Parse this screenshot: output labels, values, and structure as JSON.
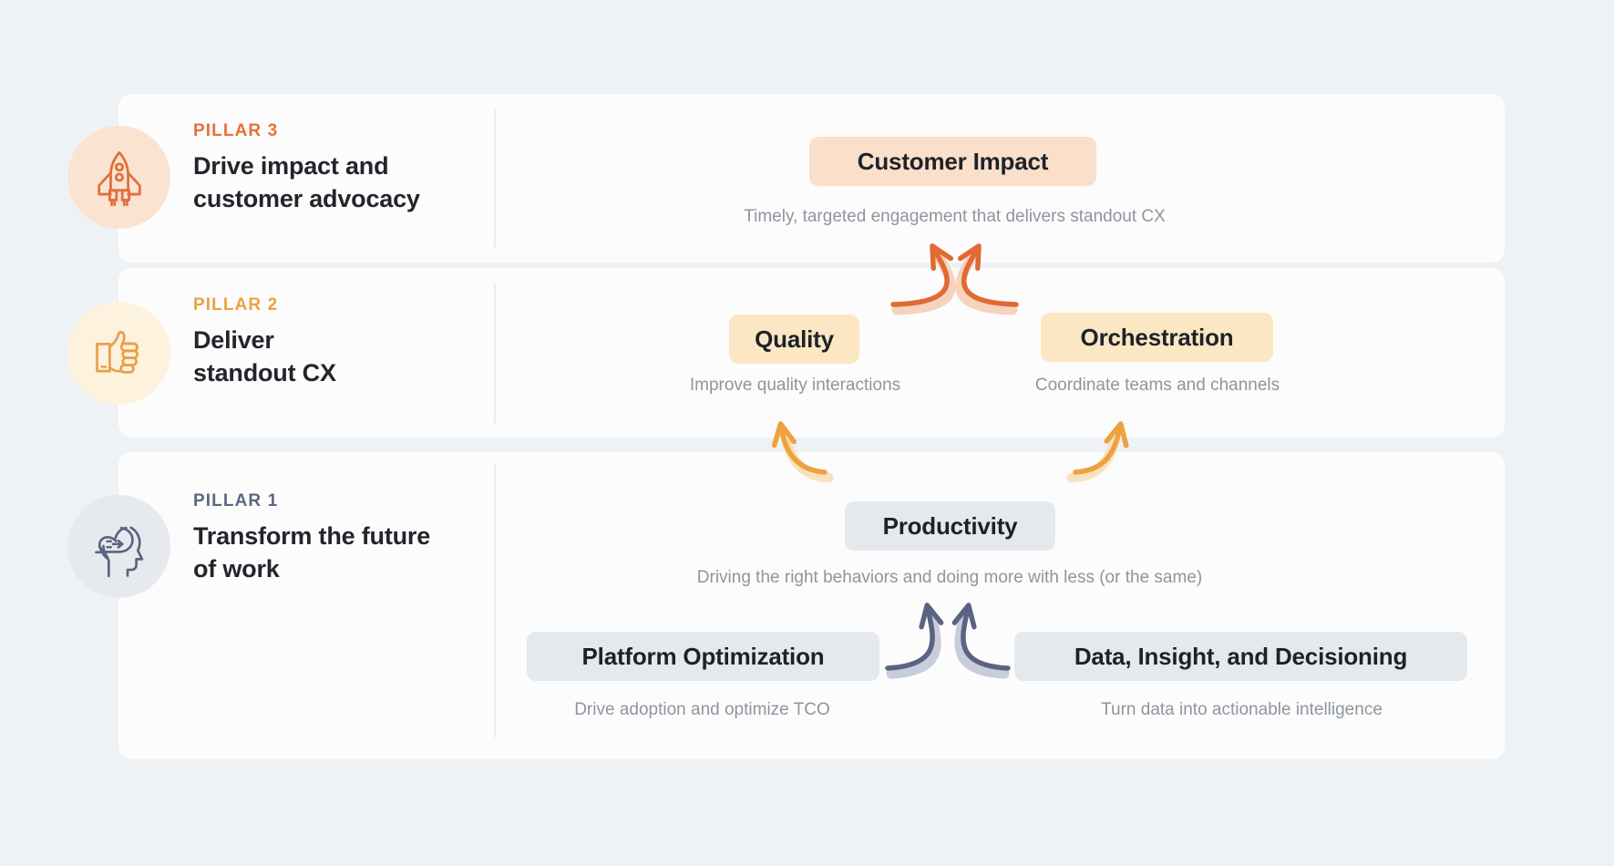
{
  "theme": {
    "background": "#eff2f5",
    "card_background": "#fcfcfd",
    "divider": "#e9edf1",
    "orange": "#e8703a",
    "amber": "#eda13f",
    "slate": "#5c6880",
    "node_peach": "#fadfca",
    "node_cream": "#fbe7c3",
    "node_grey": "#e4e9ee",
    "title_color": "#22262b",
    "caption_color": "#8e959d"
  },
  "pillars": [
    {
      "id": "pillar-3",
      "kicker": "PILLAR 3",
      "title": "Drive impact and\ncustomer advocacy",
      "icon": "rocket-icon",
      "accent": "#e8703a"
    },
    {
      "id": "pillar-2",
      "kicker": "PILLAR 2",
      "title": "Deliver\nstandout CX",
      "icon": "thumbs-up-icon",
      "accent": "#eda13f"
    },
    {
      "id": "pillar-1",
      "kicker": "PILLAR 1",
      "title": "Transform the future\nof work",
      "icon": "head-with-arrow-icon",
      "accent": "#5c6880"
    }
  ],
  "nodes": {
    "customer_impact": {
      "label": "Customer Impact",
      "caption": "Timely, targeted engagement that delivers standout CX",
      "color": "#fadfca"
    },
    "quality": {
      "label": "Quality",
      "caption": "Improve quality interactions",
      "color": "#fbe7c3"
    },
    "orchestration": {
      "label": "Orchestration",
      "caption": "Coordinate teams and channels",
      "color": "#fbe7c3"
    },
    "productivity": {
      "label": "Productivity",
      "caption": "Driving the right behaviors and doing more with less (or the same)",
      "color": "#e4e9ee"
    },
    "platform_optimization": {
      "label": "Platform Optimization",
      "caption": "Drive adoption and optimize TCO",
      "color": "#e4e9ee"
    },
    "data_insight_decisioning": {
      "label": "Data, Insight, and Decisioning",
      "caption": "Turn data into actionable intelligence",
      "color": "#e4e9ee"
    }
  },
  "arrows": [
    {
      "name": "quality-to-customer-impact",
      "color": "#e06a33"
    },
    {
      "name": "orchestration-to-customer-impact",
      "color": "#e06a33"
    },
    {
      "name": "productivity-to-quality",
      "color": "#eda13f"
    },
    {
      "name": "productivity-to-orchestration",
      "color": "#eda13f"
    },
    {
      "name": "platform-optimization-to-productivity",
      "color": "#5a6480"
    },
    {
      "name": "data-insight-to-productivity",
      "color": "#5a6480"
    }
  ]
}
